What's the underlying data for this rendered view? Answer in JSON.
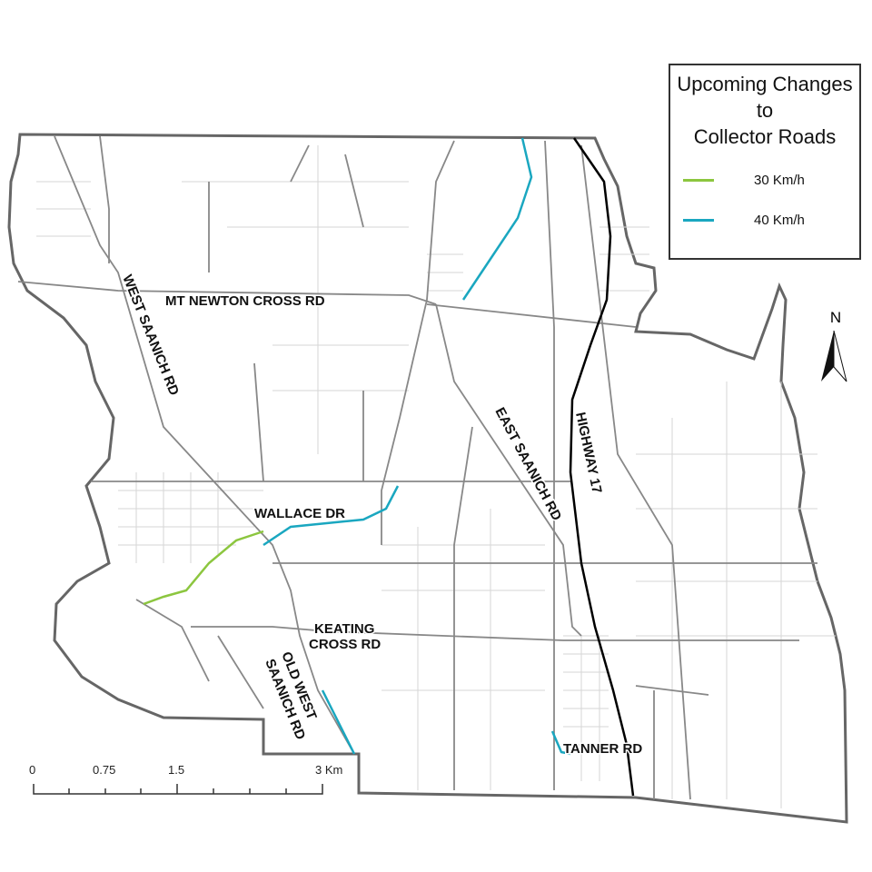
{
  "legend": {
    "title_lines": [
      "Upcoming Changes",
      "to",
      "Collector Roads"
    ],
    "items": [
      {
        "label": "30 Km/h",
        "color": "#8cc63f"
      },
      {
        "label": "40 Km/h",
        "color": "#1aa7c0"
      }
    ]
  },
  "north_arrow": {
    "label": "N"
  },
  "scale_bar": {
    "ticks": [
      "0",
      "0.75",
      "1.5",
      "3 Km"
    ]
  },
  "road_labels": {
    "west_saanich": "WEST SAANICH RD",
    "mt_newton": "MT NEWTON CROSS RD",
    "east_saanich": "EAST SAANICH RD",
    "highway17": "HIGHWAY 17",
    "wallace": "WALLACE DR",
    "keating_1": "KEATING",
    "keating_2": "CROSS RD",
    "old_west_1": "OLD WEST",
    "old_west_2": "SAANICH RD",
    "tanner": "TANNER RD"
  },
  "colors": {
    "boundary": "#666666",
    "road": "#888888",
    "minor_road": "#d0d0d0",
    "highway": "#000000"
  }
}
